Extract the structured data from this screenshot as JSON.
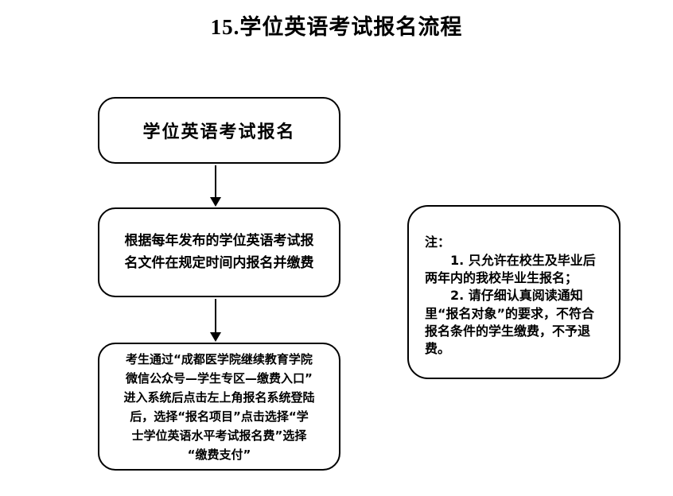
{
  "title": "15.学位英语考试报名流程",
  "flow": {
    "step1": "学位英语考试报名",
    "step2": "根据每年发布的学位英语考试报\n名文件在规定时间内报名并缴费",
    "step3": "考生通过“成都医学院继续教育学院\n微信公众号—学生专区—缴费入口”\n进入系统后点击左上角报名系统登陆\n后，选择“报名项目”点击选择“学\n士学位英语水平考试报名费”选择\n“缴费支付”"
  },
  "note": {
    "label": "注：",
    "items": [
      "1. 只允许在校生及毕业后两年内的我校毕业生报名；",
      "2. 请仔细认真阅读通知里“报名对象”的要求，不符合报名条件的学生缴费，不予退费。"
    ]
  }
}
